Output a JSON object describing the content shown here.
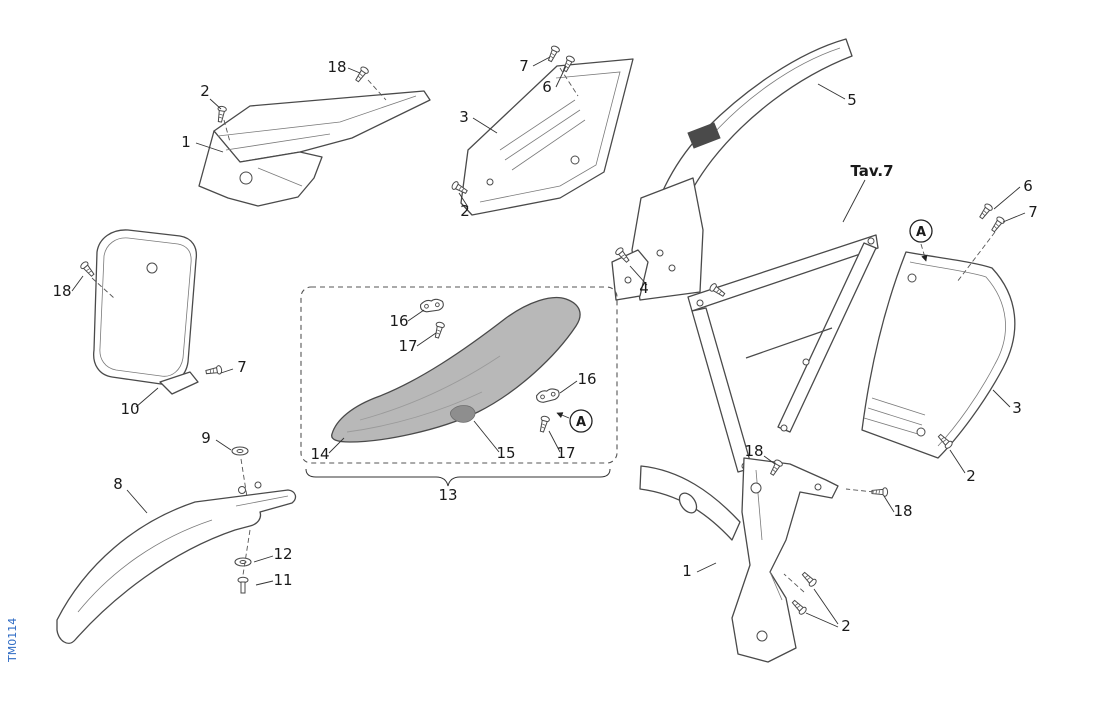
{
  "diagram": {
    "drawing_code": "TM0114",
    "reference_label": "Tav.7",
    "detail_markers": [
      {
        "label": "A"
      },
      {
        "label": "A"
      }
    ],
    "callouts": [
      {
        "label": "18"
      },
      {
        "label": "2"
      },
      {
        "label": "1"
      },
      {
        "label": "7"
      },
      {
        "label": "6"
      },
      {
        "label": "3"
      },
      {
        "label": "2"
      },
      {
        "label": "5"
      },
      {
        "label": "4"
      },
      {
        "label": "6"
      },
      {
        "label": "7"
      },
      {
        "label": "3"
      },
      {
        "label": "2"
      },
      {
        "label": "18"
      },
      {
        "label": "10"
      },
      {
        "label": "7"
      },
      {
        "label": "16"
      },
      {
        "label": "17"
      },
      {
        "label": "14"
      },
      {
        "label": "15"
      },
      {
        "label": "16"
      },
      {
        "label": "17"
      },
      {
        "label": "13"
      },
      {
        "label": "9"
      },
      {
        "label": "8"
      },
      {
        "label": "12"
      },
      {
        "label": "11"
      },
      {
        "label": "18"
      },
      {
        "label": "18"
      },
      {
        "label": "1"
      },
      {
        "label": "2"
      }
    ]
  }
}
